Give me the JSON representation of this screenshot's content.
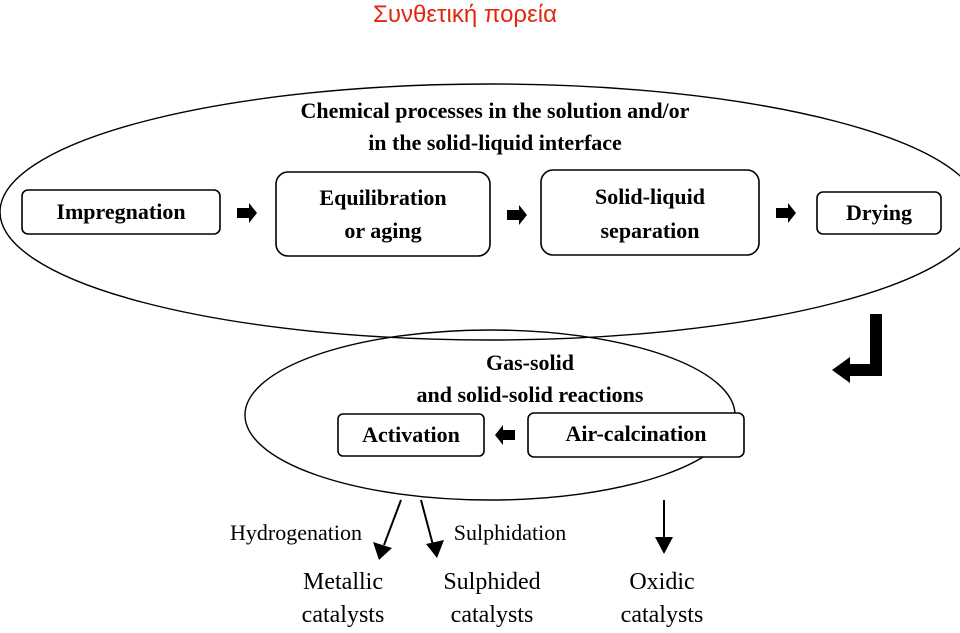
{
  "title": "Συνθετική πορεία",
  "colors": {
    "title": "#e3260f",
    "lines": "#000000",
    "background": "#ffffff"
  },
  "top_group": {
    "heading_line1": "Chemical processes in the solution and/or",
    "heading_line2": "in the solid-liquid interface"
  },
  "steps": {
    "impregnation": "Impregnation",
    "equilibration_line1": "Equilibration",
    "equilibration_line2": "or aging",
    "separation_line1": "Solid-liquid",
    "separation_line2": "separation",
    "drying": "Drying"
  },
  "bottom_group": {
    "heading_line1": "Gas-solid",
    "heading_line2": "and solid-solid reactions",
    "activation": "Activation",
    "air_calcination": "Air-calcination"
  },
  "branches": {
    "hydrogenation": "Hydrogenation",
    "sulphidation": "Sulphidation"
  },
  "outputs": {
    "metallic_line1": "Metallic",
    "metallic_line2": "catalysts",
    "sulphided_line1": "Sulphided",
    "sulphided_line2": "catalysts",
    "oxidic_line1": "Oxidic",
    "oxidic_line2": "catalysts"
  }
}
